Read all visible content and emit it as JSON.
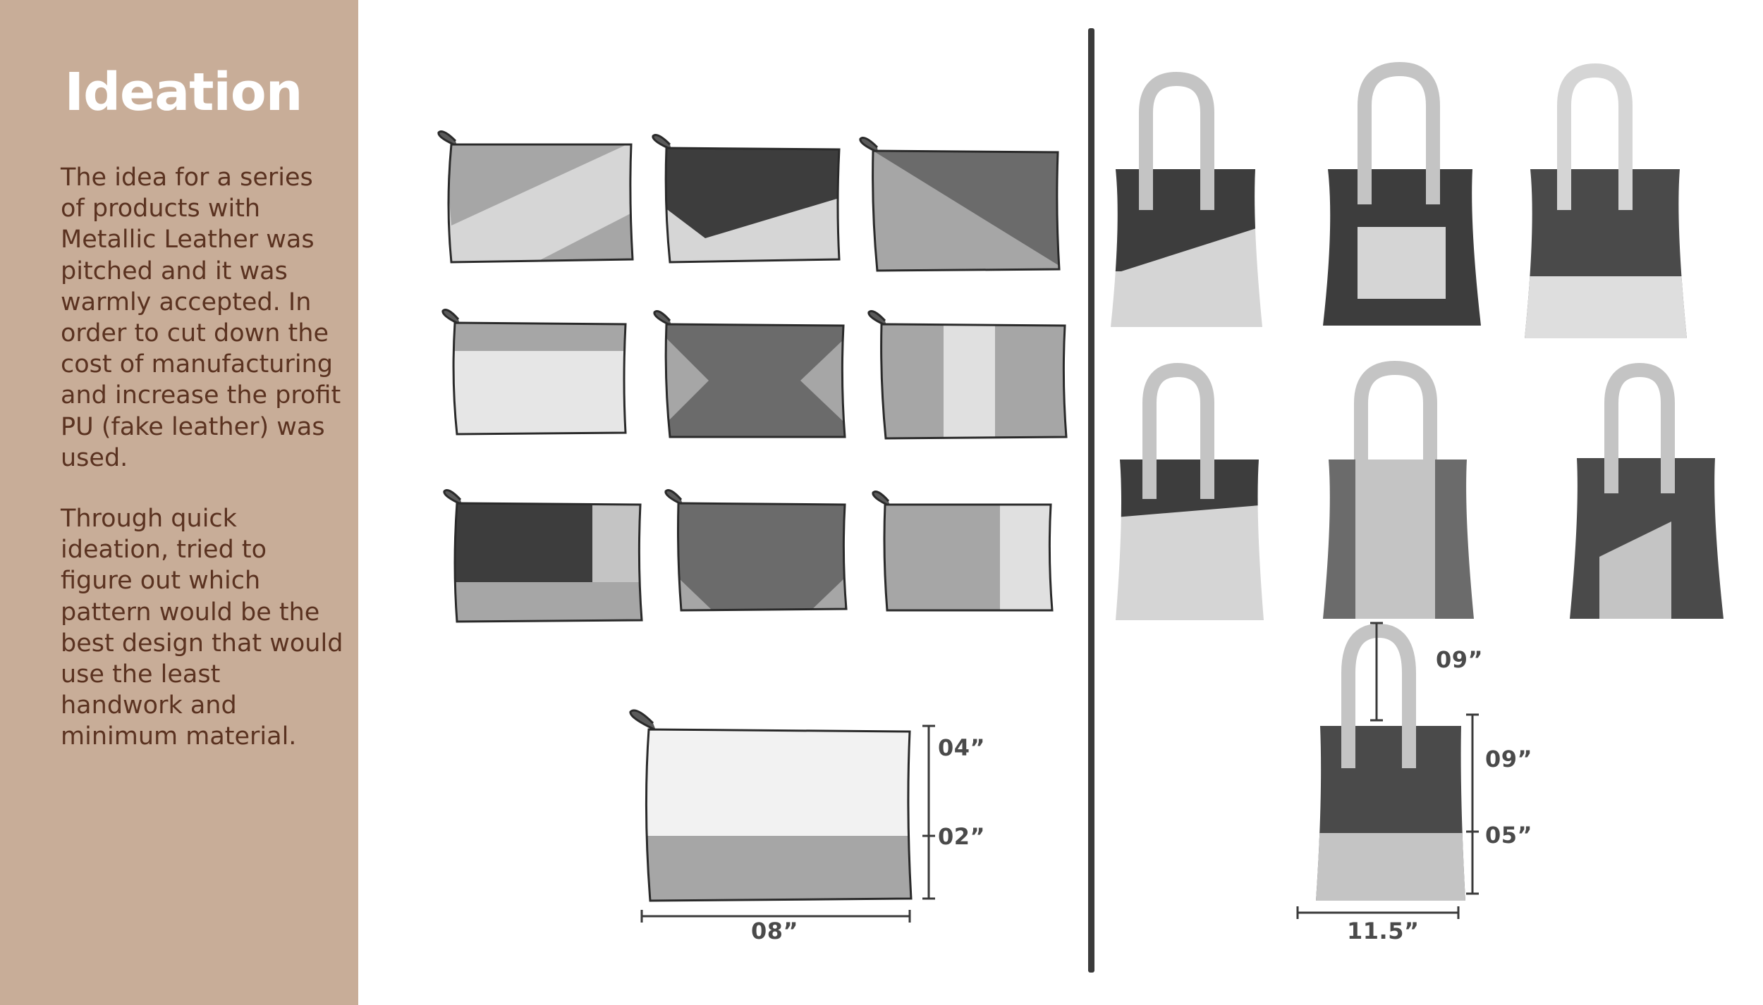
{
  "title": "Ideation",
  "paragraph_1": "The idea for a series\nof products with\nMetallic Leather was\npitched and it was\nwarmly accepted. In\norder to cut down the\ncost of manufacturing\nand increase the profit\nPU (fake leather) was\nused.",
  "paragraph_2": "Through quick\nideation, tried to\nfigure out which\npattern would be the\nbest design that would\nuse the least\nhandwork and\nminimum material.",
  "pouch_dimensions": {
    "height_top": "04”",
    "height_bottom": "02”",
    "width": "08”"
  },
  "tote_dimensions": {
    "handle": "09”",
    "body_top": "09”",
    "body_bottom": "05”",
    "width": "11.5”"
  },
  "colors": {
    "sidebar": "#c8ad98",
    "title": "#ffffff",
    "text": "#5a3220",
    "divider": "#3b3b3b",
    "dark_panel": "#3d3d3d",
    "mid_panel": "#6b6b6b",
    "gray_panel": "#a8a8a8",
    "light_panel": "#d5d5d5",
    "handle": "#c4c4c4"
  }
}
